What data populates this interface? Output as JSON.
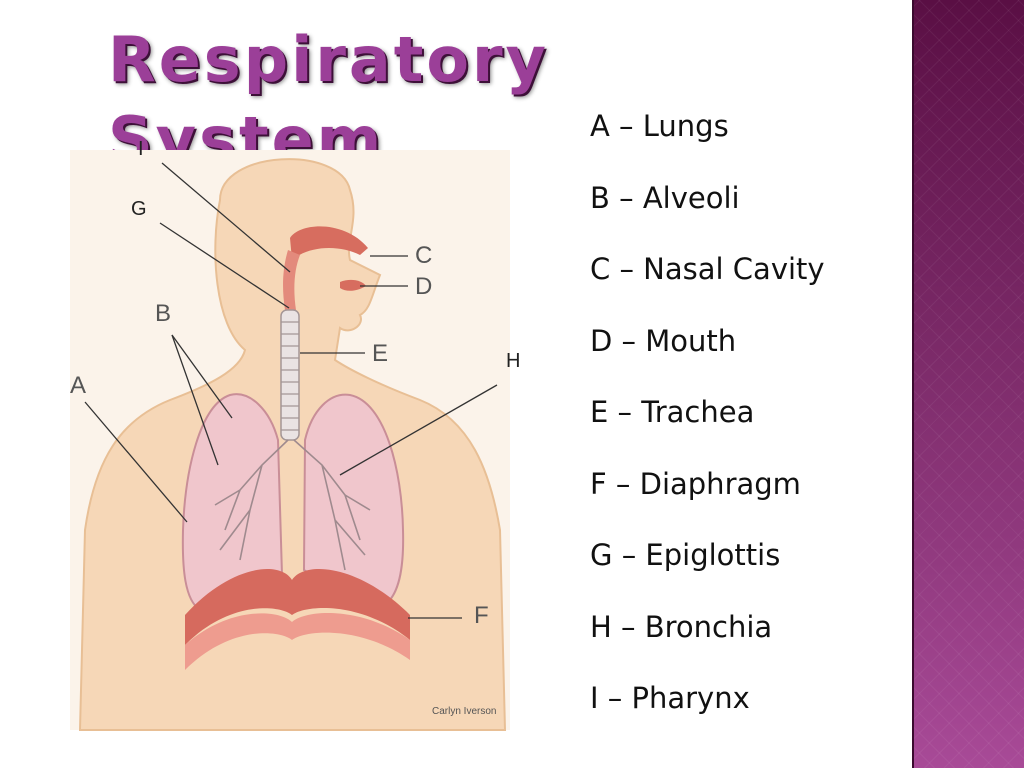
{
  "title": "Respiratory System",
  "diagram": {
    "markers": {
      "A": "A",
      "B": "B",
      "C": "C",
      "D": "D",
      "E": "E",
      "F": "F",
      "G": "G",
      "H": "H",
      "I": "I"
    },
    "credit": "Carlyn Iverson"
  },
  "key": [
    {
      "letter": "A",
      "separator": "–",
      "text": "A – Lungs"
    },
    {
      "letter": "B",
      "separator": "–",
      "text": "B – Alveoli"
    },
    {
      "letter": "C",
      "separator": "–",
      "text": "C – Nasal Cavity"
    },
    {
      "letter": "D",
      "separator": "–",
      "text": "D – Mouth"
    },
    {
      "letter": "E",
      "separator": "–",
      "text": "E – Trachea"
    },
    {
      "letter": "F",
      "separator": "–",
      "text": "F – Diaphragm"
    },
    {
      "letter": "G",
      "separator": "–",
      "text": "G – Epiglottis"
    },
    {
      "letter": "H",
      "separator": "–",
      "text": "H – Bronchia"
    },
    {
      "letter": "I",
      "separator": "–",
      "text": "I – Pharynx"
    }
  ],
  "colors": {
    "title": "#9b3f98",
    "sidebar_top": "#5a0f44",
    "sidebar_bottom": "#a84a97",
    "skin": "#f6d7b7",
    "lung": "#f0c6cc",
    "diaphragm": "#d66a5e"
  }
}
